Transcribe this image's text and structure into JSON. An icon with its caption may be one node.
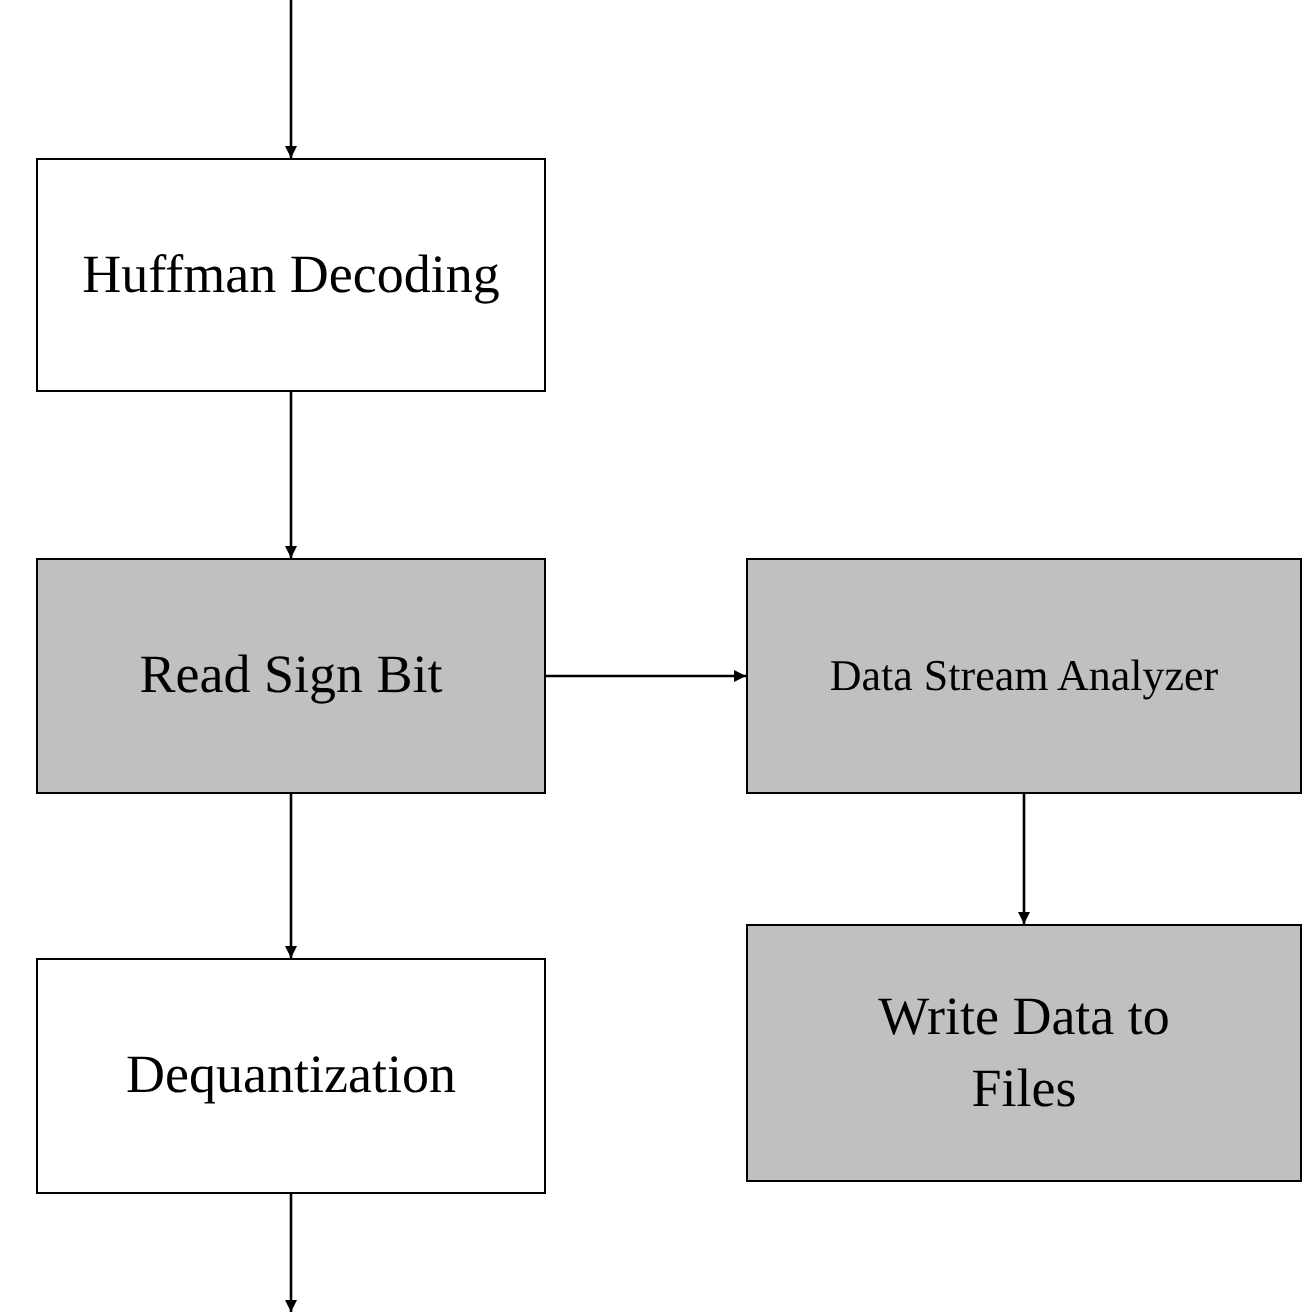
{
  "diagram": {
    "nodes": [
      {
        "text": [
          "Huffman Decoding"
        ]
      },
      {
        "text": [
          "Read Sign Bit"
        ]
      },
      {
        "text": [
          "Data Stream Analyzer"
        ]
      },
      {
        "text": [
          "Dequantization"
        ]
      },
      {
        "text": [
          "Write Data to Files"
        ]
      }
    ],
    "edges": [
      {
        "from": null,
        "to": 0,
        "arrow": "to"
      },
      {
        "from": 0,
        "to": 1,
        "arrow": "to"
      },
      {
        "from": 1,
        "to": 2,
        "arrow": "to"
      },
      {
        "from": 2,
        "to": 4,
        "arrow": "to"
      },
      {
        "from": 1,
        "to": 3,
        "arrow": "to"
      },
      {
        "from": 3,
        "to": null,
        "arrow": "to"
      }
    ]
  }
}
